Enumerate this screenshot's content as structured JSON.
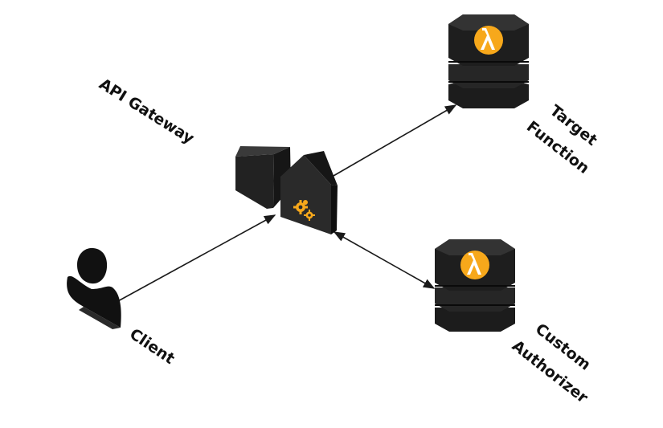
{
  "diagram": {
    "nodes": {
      "api_gateway": {
        "label": "API Gateway",
        "icon": "gears-icon"
      },
      "target_function": {
        "label_line1": "Target",
        "label_line2": "Function",
        "icon": "lambda-icon"
      },
      "custom_authorizer": {
        "label_line1": "Custom",
        "label_line2": "Authorizer",
        "icon": "lambda-icon"
      },
      "client": {
        "label": "Client",
        "icon": "user-icon"
      }
    },
    "edges": [
      {
        "from": "client",
        "to": "api_gateway",
        "direction": "forward"
      },
      {
        "from": "api_gateway",
        "to": "target_function",
        "direction": "forward"
      },
      {
        "from": "api_gateway",
        "to": "custom_authorizer",
        "direction": "both"
      }
    ],
    "colors": {
      "accent": "#f7a81b",
      "node_dark": "#1c1c1c",
      "node_mid": "#2e2e2e",
      "node_light": "#3d3d3d",
      "line": "#1a1a1a"
    }
  }
}
